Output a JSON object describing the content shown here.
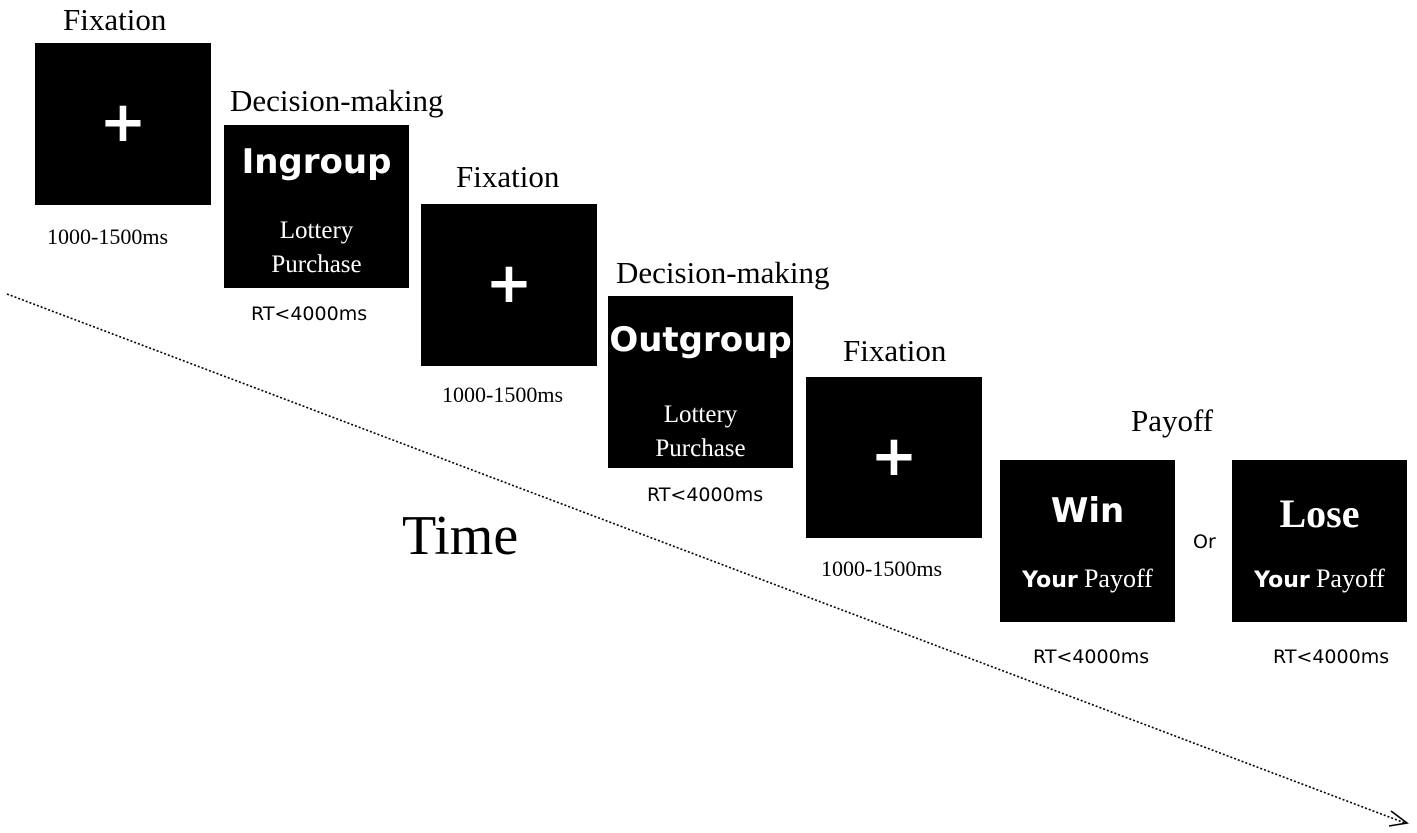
{
  "stages": {
    "fixation_1": {
      "title": "Fixation",
      "symbol": "+",
      "duration": "1000-1500ms"
    },
    "decision_1": {
      "title": "Decision-making",
      "group": "Ingroup",
      "line1": "Lottery",
      "line2": "Purchase",
      "rt": "RT<4000ms"
    },
    "fixation_2": {
      "title": "Fixation",
      "symbol": "+",
      "duration": "1000-1500ms"
    },
    "decision_2": {
      "title": "Decision-making",
      "group": "Outgroup",
      "line1": "Lottery",
      "line2": "Purchase",
      "rt": "RT<4000ms"
    },
    "fixation_3": {
      "title": "Fixation",
      "symbol": "+",
      "duration": "1000-1500ms"
    },
    "payoff": {
      "title": "Payoff",
      "win": {
        "label": "Win",
        "your": "Your",
        "payoff_word": "Payoff",
        "rt": "RT<4000ms"
      },
      "or": "Or",
      "lose": {
        "label": "Lose",
        "your": "Your",
        "payoff_word": "Payoff",
        "rt": "RT<4000ms"
      }
    }
  },
  "time_axis": {
    "label": "Time"
  }
}
